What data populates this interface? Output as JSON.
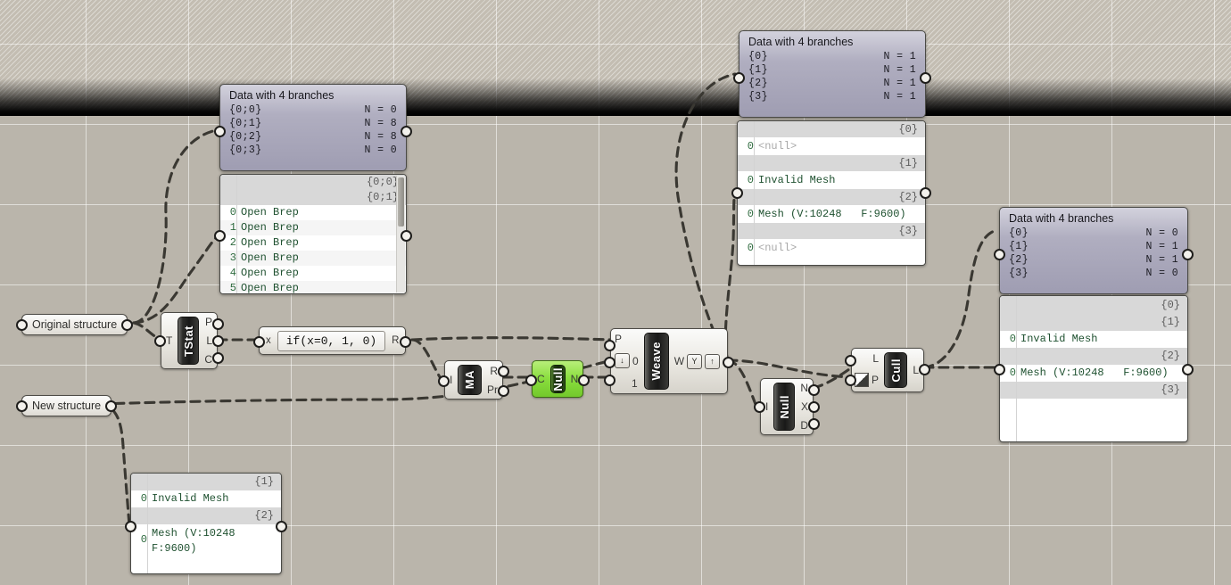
{
  "app": {
    "canvas_name": "grasshopper-canvas"
  },
  "params": {
    "original_structure": "Original structure",
    "new_structure": "New structure"
  },
  "nodes": {
    "tstat": {
      "label": "TStat",
      "inputs": [
        "T"
      ],
      "outputs": [
        "P",
        "L",
        "C"
      ]
    },
    "expression": {
      "input": "x",
      "value": "if(x=0, 1, 0)",
      "output": "R"
    },
    "mass_addition": {
      "label": "MA",
      "inputs": [
        "I"
      ],
      "outputs": [
        "R",
        "Pr"
      ]
    },
    "null_green": {
      "label": "Null",
      "inputs": [
        "C"
      ],
      "outputs": [
        "N"
      ]
    },
    "weave": {
      "label": "Weave",
      "inputs": [
        "P",
        "0",
        "1"
      ],
      "outputs": [
        "W"
      ],
      "input_icon": "↓",
      "graft_icon": "Y",
      "simplify_icon": "↑"
    },
    "null_gray": {
      "label": "Null",
      "inputs": [
        "I"
      ],
      "outputs": [
        "N",
        "X",
        "D"
      ]
    },
    "cull": {
      "label": "Cull",
      "inputs": [
        "L",
        "P"
      ],
      "outputs": [
        "L"
      ]
    }
  },
  "panels": {
    "tree_left": {
      "title": "Data with 4 branches",
      "branches": [
        {
          "path": "{0;0}",
          "count": "N = 0"
        },
        {
          "path": "{0;1}",
          "count": "N = 8"
        },
        {
          "path": "{0;2}",
          "count": "N = 8"
        },
        {
          "path": "{0;3}",
          "count": "N = 0"
        }
      ]
    },
    "list_left": {
      "rows": [
        {
          "type": "branch",
          "value": "{0;0}"
        },
        {
          "type": "branch",
          "value": "{0;1}"
        },
        {
          "type": "item",
          "index": "0",
          "value": "Open Brep"
        },
        {
          "type": "item",
          "index": "1",
          "value": "Open Brep"
        },
        {
          "type": "item",
          "index": "2",
          "value": "Open Brep"
        },
        {
          "type": "item",
          "index": "3",
          "value": "Open Brep"
        },
        {
          "type": "item",
          "index": "4",
          "value": "Open Brep"
        },
        {
          "type": "item",
          "index": "5",
          "value": "Open Brep"
        }
      ]
    },
    "tree_top": {
      "title": "Data with 4 branches",
      "branches": [
        {
          "path": "{0}",
          "count": "N = 1"
        },
        {
          "path": "{1}",
          "count": "N = 1"
        },
        {
          "path": "{2}",
          "count": "N = 1"
        },
        {
          "path": "{3}",
          "count": "N = 1"
        }
      ]
    },
    "list_top": {
      "rows": [
        {
          "type": "branch",
          "value": "{0}"
        },
        {
          "type": "null",
          "index": "0",
          "value": "<null>"
        },
        {
          "type": "branch",
          "value": "{1}"
        },
        {
          "type": "item",
          "index": "0",
          "value": "Invalid Mesh"
        },
        {
          "type": "branch",
          "value": "{2}"
        },
        {
          "type": "item",
          "index": "0",
          "value": "Mesh (V:10248   F:9600)"
        },
        {
          "type": "branch",
          "value": "{3}"
        },
        {
          "type": "null",
          "index": "0",
          "value": "<null>"
        }
      ]
    },
    "tree_right": {
      "title": "Data with 4 branches",
      "branches": [
        {
          "path": "{0}",
          "count": "N = 0"
        },
        {
          "path": "{1}",
          "count": "N = 1"
        },
        {
          "path": "{2}",
          "count": "N = 1"
        },
        {
          "path": "{3}",
          "count": "N = 0"
        }
      ]
    },
    "list_right": {
      "rows": [
        {
          "type": "branch",
          "value": "{0}"
        },
        {
          "type": "branch",
          "value": "{1}"
        },
        {
          "type": "item",
          "index": "0",
          "value": "Invalid Mesh"
        },
        {
          "type": "branch",
          "value": "{2}"
        },
        {
          "type": "item",
          "index": "0",
          "value": "Mesh (V:10248   F:9600)"
        },
        {
          "type": "branch",
          "value": "{3}"
        }
      ]
    },
    "list_bottom": {
      "rows": [
        {
          "type": "branch",
          "value": "{1}"
        },
        {
          "type": "item",
          "index": "0",
          "value": "Invalid Mesh"
        },
        {
          "type": "branch",
          "value": "{2}"
        },
        {
          "type": "item",
          "index": "0",
          "value": "Mesh (V:10248\nF:9600)"
        }
      ]
    }
  },
  "colors": {
    "canvas_bg": "#bab5ab",
    "grid_line": "#ffffff",
    "wire": "#3a3832",
    "panel_header_bg": "#a5a3b6",
    "list_text": "#1f5130",
    "null_text": "#a8a8a8",
    "green_node": "#8ade3e"
  }
}
